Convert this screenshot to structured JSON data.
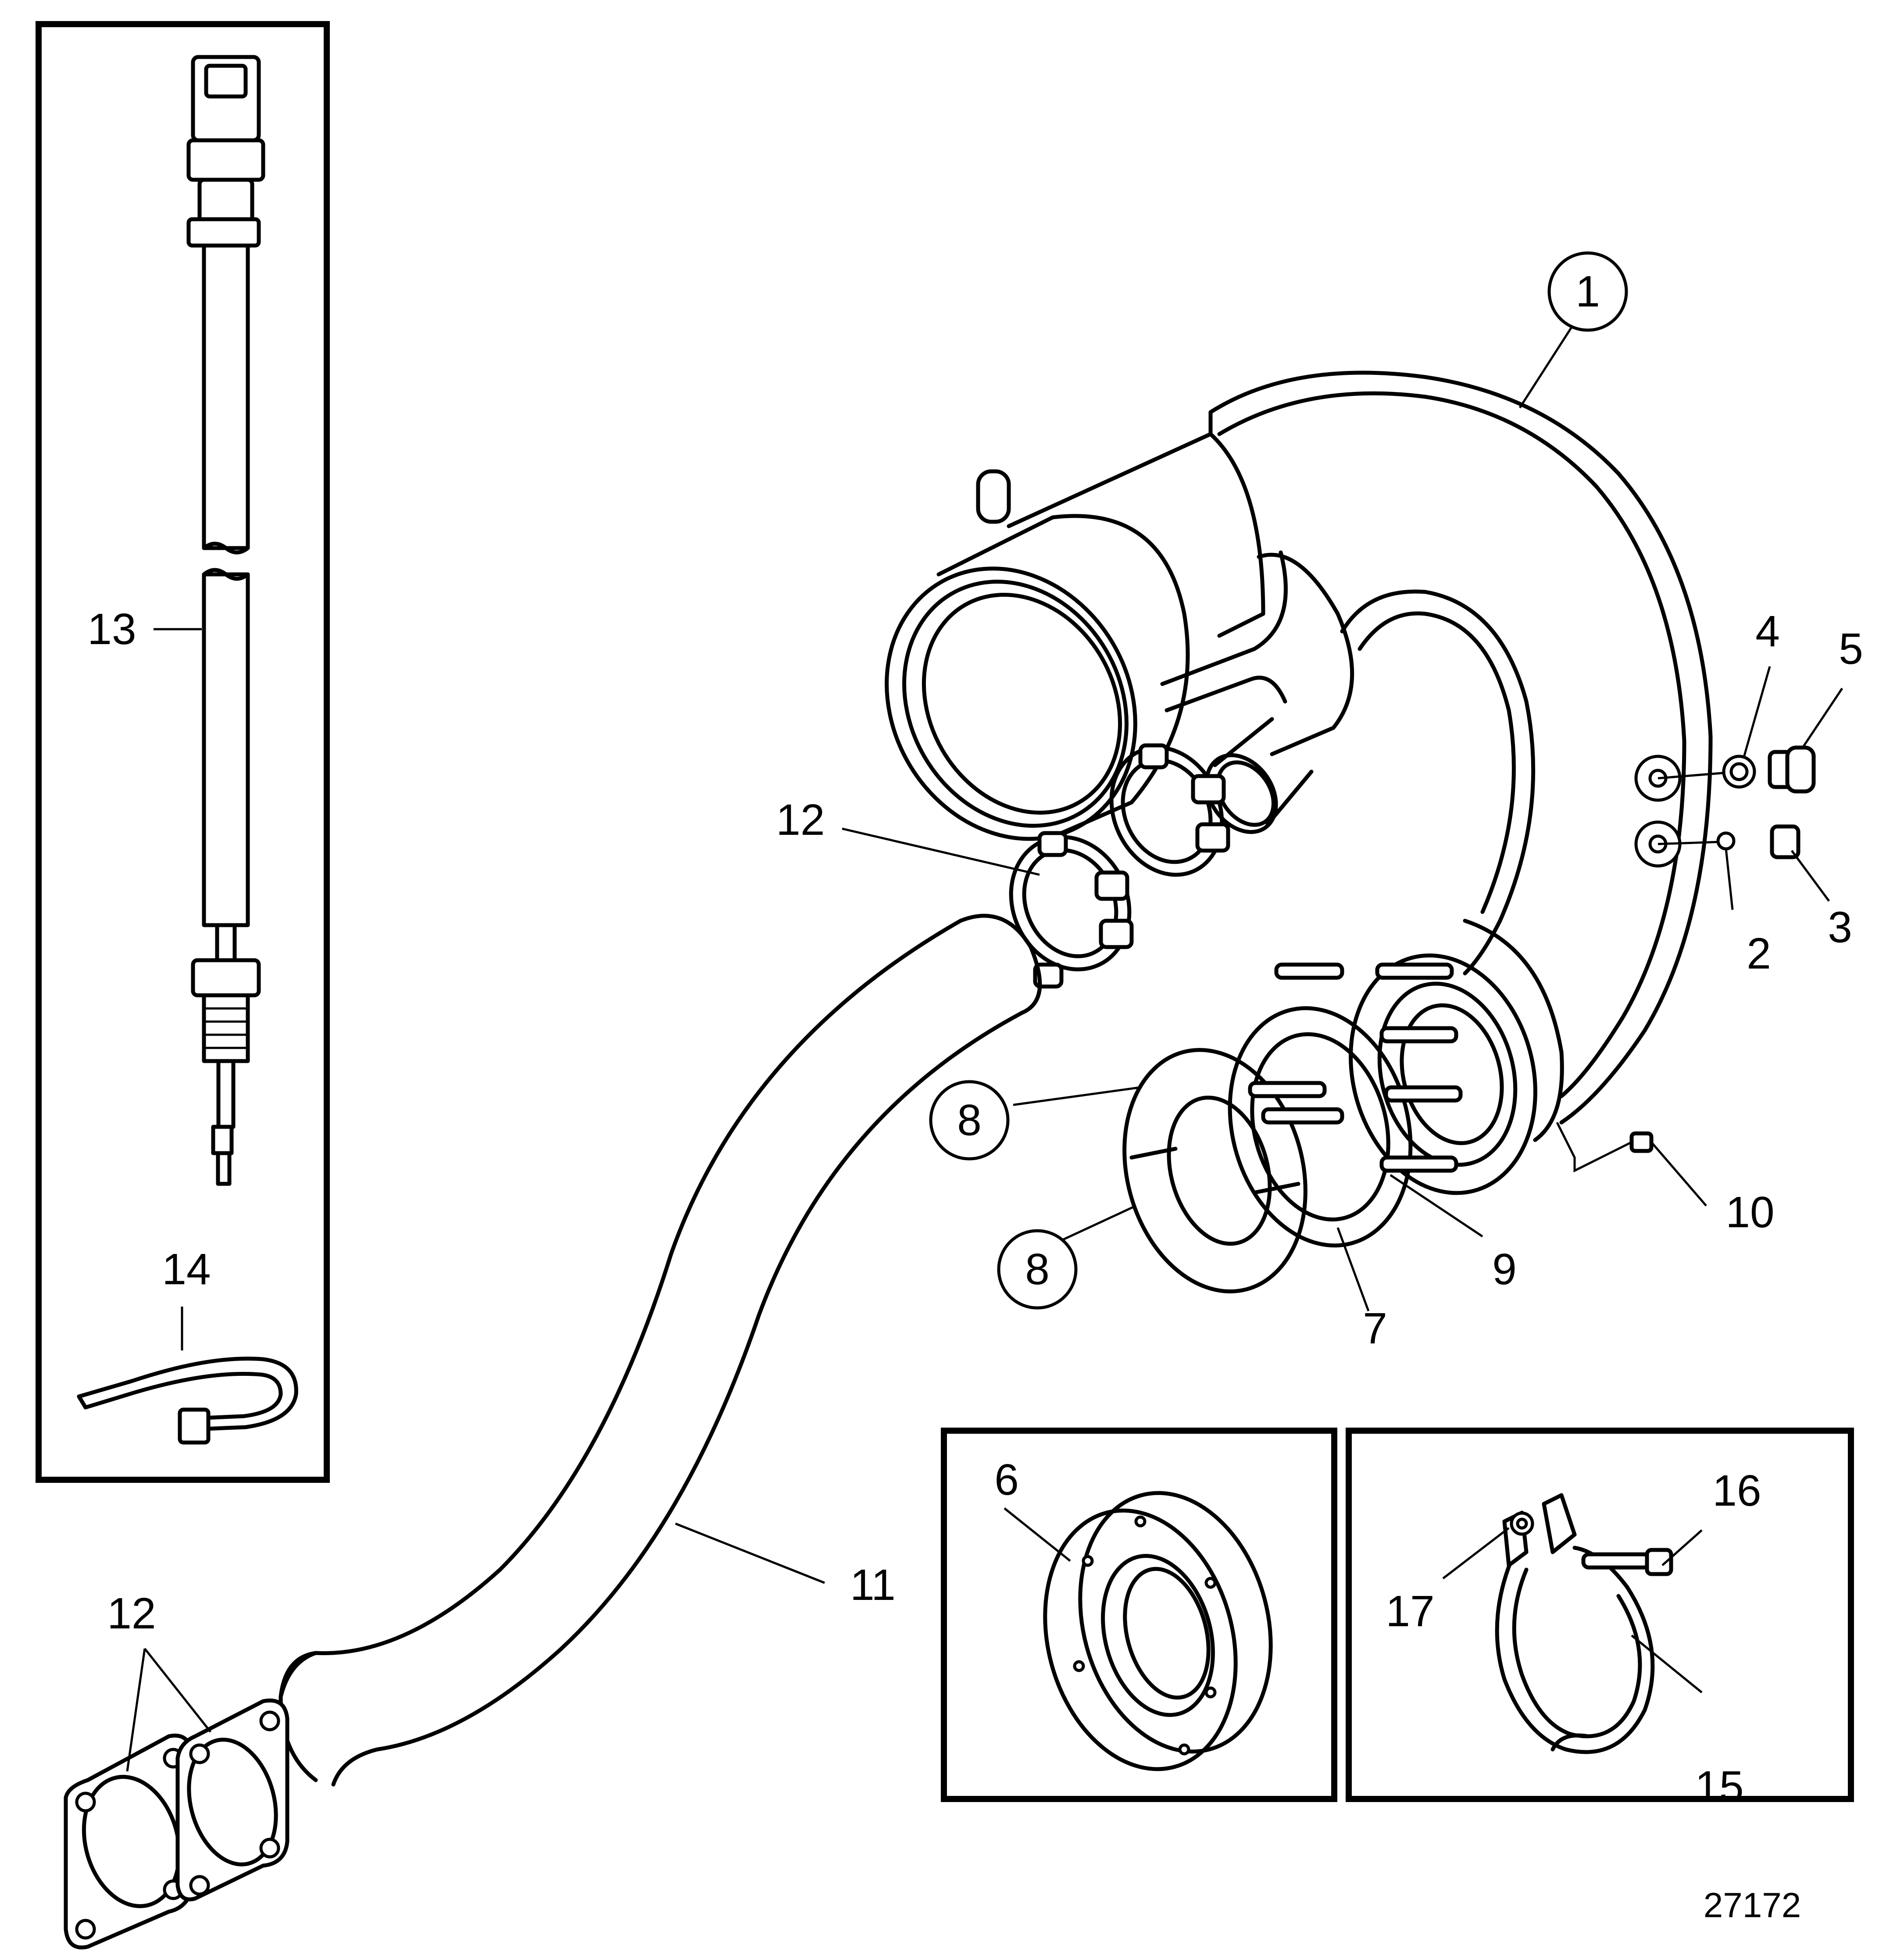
{
  "figure_ref": "27172",
  "callouts": {
    "c1": "1",
    "c2": "2",
    "c3": "3",
    "c4": "4",
    "c5": "5",
    "c6": "6",
    "c7": "7",
    "c8a": "8",
    "c8b": "8",
    "c9": "9",
    "c10": "10",
    "c11": "11",
    "c12a": "12",
    "c12b": "12",
    "c13": "13",
    "c14": "14",
    "c15": "15",
    "c16": "16",
    "c17": "17"
  }
}
